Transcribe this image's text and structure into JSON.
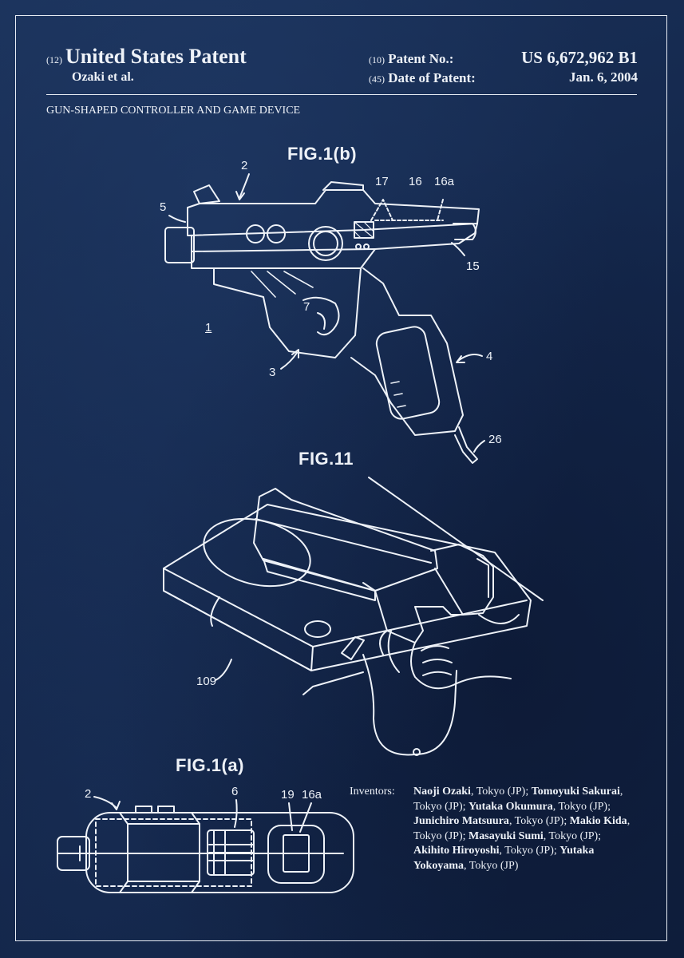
{
  "header": {
    "kind_code_12": "(12)",
    "patent_title": "United States Patent",
    "authors": "Ozaki et al.",
    "code_10": "(10)",
    "patent_no_label": "Patent No.:",
    "patent_no": "US 6,672,962 B1",
    "code_45": "(45)",
    "date_label": "Date of Patent:",
    "date": "Jan. 6, 2004"
  },
  "document": {
    "title": "GUN-SHAPED CONTROLLER AND GAME DEVICE"
  },
  "figures": {
    "fig1b": {
      "label": "FIG.1(b)",
      "refs": {
        "r2": "2",
        "r5": "5",
        "r17": "17",
        "r16": "16",
        "r16a": "16a",
        "r15": "15",
        "r7": "7",
        "r1": "1",
        "r3": "3",
        "r4": "4",
        "r26": "26"
      }
    },
    "fig11": {
      "label": "FIG.11",
      "refs": {
        "r109": "109"
      }
    },
    "fig1a": {
      "label": "FIG.1(a)",
      "refs": {
        "r2": "2",
        "r6": "6",
        "r19": "19",
        "r16a": "16a"
      }
    }
  },
  "inventors": {
    "label": "Inventors:",
    "list": [
      {
        "name": "Naoji Ozaki",
        "place": ", Tokyo (JP); "
      },
      {
        "name": "Tomoyuki Sakurai",
        "place": ", Tokyo (JP); "
      },
      {
        "name": "Yutaka Okumura",
        "place": ", Tokyo (JP); "
      },
      {
        "name": "Junichiro Matsuura",
        "place": ", Tokyo (JP); "
      },
      {
        "name": "Makio Kida",
        "place": ", Tokyo (JP); "
      },
      {
        "name": "Masayuki Sumi",
        "place": ", Tokyo (JP); "
      },
      {
        "name": "Akihito Hiroyoshi",
        "place": ", Tokyo (JP); "
      },
      {
        "name": "Yutaka Yokoyama",
        "place": ", Tokyo (JP)"
      }
    ]
  },
  "colors": {
    "background": "#15284a",
    "ink": "#eef2f8"
  }
}
